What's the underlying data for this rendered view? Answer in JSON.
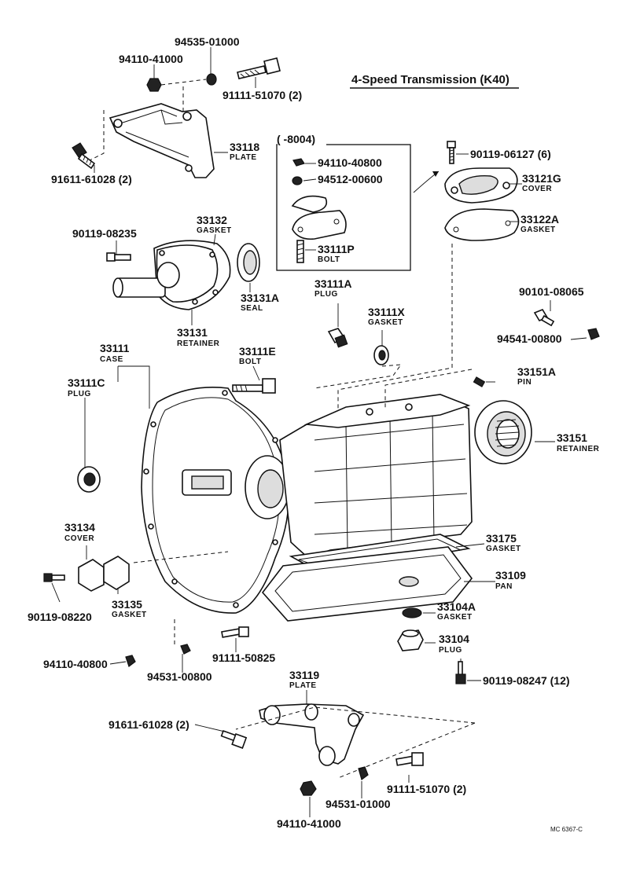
{
  "title": "4-Speed Transmission (K40)",
  "drawing_code": "MC 6367-C",
  "inset": {
    "label": "(      -8004)"
  },
  "labels": [
    {
      "id": "l01",
      "num": "94535-01000",
      "name": ""
    },
    {
      "id": "l02",
      "num": "94110-41000",
      "name": ""
    },
    {
      "id": "l03",
      "num": "91111-51070 (2)",
      "name": ""
    },
    {
      "id": "l04",
      "num": "33118",
      "name": "PLATE"
    },
    {
      "id": "l05",
      "num": "91611-61028 (2)",
      "name": ""
    },
    {
      "id": "l06",
      "num": "94110-40800",
      "name": ""
    },
    {
      "id": "l07",
      "num": "94512-00600",
      "name": ""
    },
    {
      "id": "l08",
      "num": "33111P",
      "name": "BOLT"
    },
    {
      "id": "l09",
      "num": "90119-06127 (6)",
      "name": ""
    },
    {
      "id": "l10",
      "num": "33121G",
      "name": "COVER"
    },
    {
      "id": "l11",
      "num": "33122A",
      "name": "GASKET"
    },
    {
      "id": "l12",
      "num": "33132",
      "name": "GASKET"
    },
    {
      "id": "l13",
      "num": "90119-08235",
      "name": ""
    },
    {
      "id": "l14",
      "num": "33131A",
      "name": "SEAL"
    },
    {
      "id": "l15",
      "num": "33131",
      "name": "RETAINER"
    },
    {
      "id": "l16",
      "num": "33111A",
      "name": "PLUG"
    },
    {
      "id": "l17",
      "num": "33111X",
      "name": "GASKET"
    },
    {
      "id": "l18",
      "num": "90101-08065",
      "name": ""
    },
    {
      "id": "l19",
      "num": "94541-00800",
      "name": ""
    },
    {
      "id": "l20",
      "num": "33111",
      "name": "CASE"
    },
    {
      "id": "l21",
      "num": "33111E",
      "name": "BOLT"
    },
    {
      "id": "l22",
      "num": "33151A",
      "name": "PIN"
    },
    {
      "id": "l23",
      "num": "33111C",
      "name": "PLUG"
    },
    {
      "id": "l24",
      "num": "33151",
      "name": "RETAINER"
    },
    {
      "id": "l25",
      "num": "33134",
      "name": "COVER"
    },
    {
      "id": "l26",
      "num": "33175",
      "name": "GASKET"
    },
    {
      "id": "l27",
      "num": "33109",
      "name": "PAN"
    },
    {
      "id": "l28",
      "num": "33135",
      "name": "GASKET"
    },
    {
      "id": "l29",
      "num": "90119-08220",
      "name": ""
    },
    {
      "id": "l30",
      "num": "33104A",
      "name": "GASKET"
    },
    {
      "id": "l31",
      "num": "33104",
      "name": "PLUG"
    },
    {
      "id": "l32",
      "num": "90119-08247 (12)",
      "name": ""
    },
    {
      "id": "l33",
      "num": "94110-40800",
      "name": ""
    },
    {
      "id": "l34",
      "num": "94531-00800",
      "name": ""
    },
    {
      "id": "l35",
      "num": "91111-50825",
      "name": ""
    },
    {
      "id": "l36",
      "num": "33119",
      "name": "PLATE"
    },
    {
      "id": "l37",
      "num": "91611-61028 (2)",
      "name": ""
    },
    {
      "id": "l38",
      "num": "91111-51070 (2)",
      "name": ""
    },
    {
      "id": "l39",
      "num": "94531-01000",
      "name": ""
    },
    {
      "id": "l40",
      "num": "94110-41000",
      "name": ""
    }
  ]
}
